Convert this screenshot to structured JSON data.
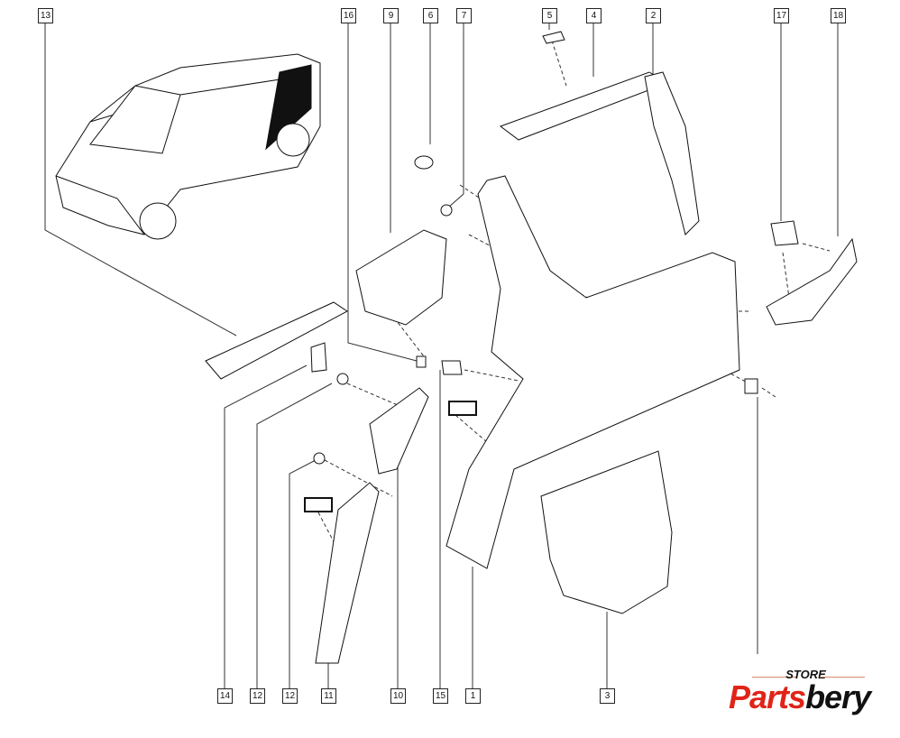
{
  "callouts_top": [
    "13",
    "16",
    "9",
    "6",
    "7",
    "5",
    "4",
    "2",
    "17",
    "18"
  ],
  "callouts_bottom": [
    "14",
    "12",
    "12",
    "11",
    "10",
    "15",
    "1",
    "3"
  ],
  "logo": {
    "store": "STORE",
    "brand_part1": "Parts",
    "brand_part2": "bery",
    "red": "#e02418"
  }
}
